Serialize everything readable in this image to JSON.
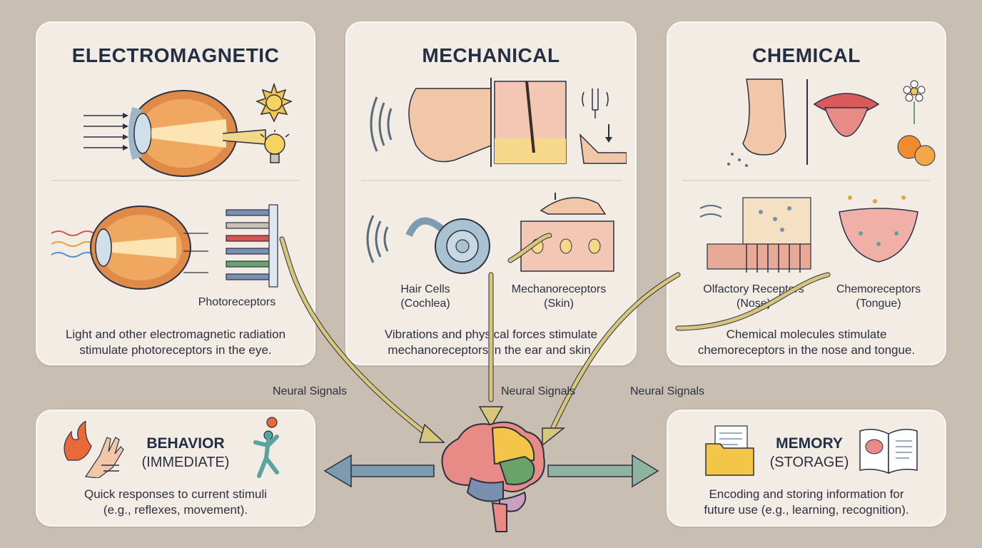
{
  "electromagnetic": {
    "title": "ELECTROMAGNETIC",
    "label": "Photoreceptors",
    "caption_line1": "Light and other electromagnetic radiation",
    "caption_line2": "stimulate photoreceptors in the eye."
  },
  "mechanical": {
    "title": "MECHANICAL",
    "label_left_1": "Hair Cells",
    "label_left_2": "(Cochlea)",
    "label_right_1": "Mechanoreceptors",
    "label_right_2": "(Skin)",
    "caption_line1": "Vibrations and physical forces stimulate",
    "caption_line2": "mechanoreceptors in the ear and skin."
  },
  "chemical": {
    "title": "CHEMICAL",
    "label_left_1": "Olfactory Receptors",
    "label_left_2": "(Nose)",
    "label_right_1": "Chemoreceptors",
    "label_right_2": "(Tongue)",
    "caption_line1": "Chemical molecules stimulate",
    "caption_line2": "chemoreceptors in the nose and tongue."
  },
  "neural": {
    "left": "Neural Signals",
    "center": "Neural Signals",
    "right": "Neural Signals"
  },
  "behavior": {
    "title": "BEHAVIOR",
    "subtitle": "(IMMEDIATE)",
    "caption_line1": "Quick responses to current stimuli",
    "caption_line2": "(e.g., reflexes, movement)."
  },
  "memory": {
    "title": "MEMORY",
    "subtitle": "(STORAGE)",
    "caption_line1": "Encoding and storing information for",
    "caption_line2": "future use (e.g., learning, recognition)."
  },
  "colors": {
    "background": "#c8beb1",
    "card": "#f2ece4",
    "pathway": "#d8c77a",
    "arrow_left": "#7c9bb0",
    "arrow_right": "#8fb3a0"
  }
}
